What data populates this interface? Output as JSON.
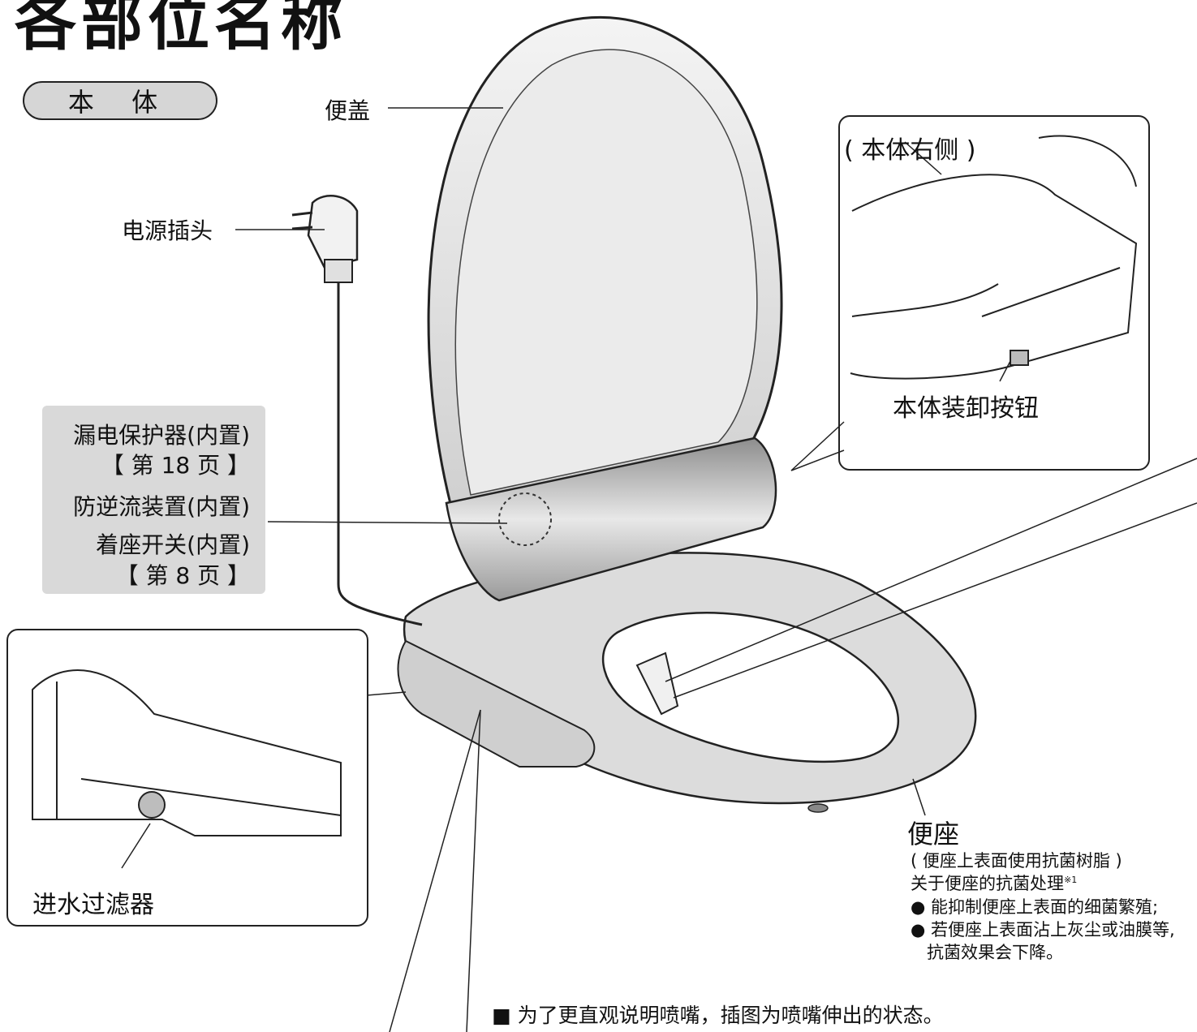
{
  "title": "各部位名称",
  "section_label": "本 体",
  "labels": {
    "lid": "便盖",
    "power_plug": "电源插头",
    "leakage_protector": "漏电保护器(内置)",
    "leakage_protector_ref": "【 第 18 页 】",
    "backflow_preventer": "防逆流装置(内置)",
    "seat_switch": "着座开关(内置)",
    "seat_switch_ref": "【 第 8 页 】",
    "right_side_view": "( 本体右侧 )",
    "detach_button": "本体装卸按钮",
    "inlet_filter": "进水过滤器",
    "seat": "便座",
    "seat_note_1": "( 便座上表面使用抗菌树脂 )",
    "seat_note_2": "关于便座的抗菌处理",
    "seat_note_2_sup": "※1",
    "seat_bullet_1": "● 能抑制便座上表面的细菌繁殖;",
    "seat_bullet_2": "● 若便座上表面沾上灰尘或油膜等,",
    "seat_bullet_2b": "抗菌效果会下降。",
    "footer_note": "■ 为了更直观说明喷嘴，插图为喷嘴伸出的状态。"
  }
}
